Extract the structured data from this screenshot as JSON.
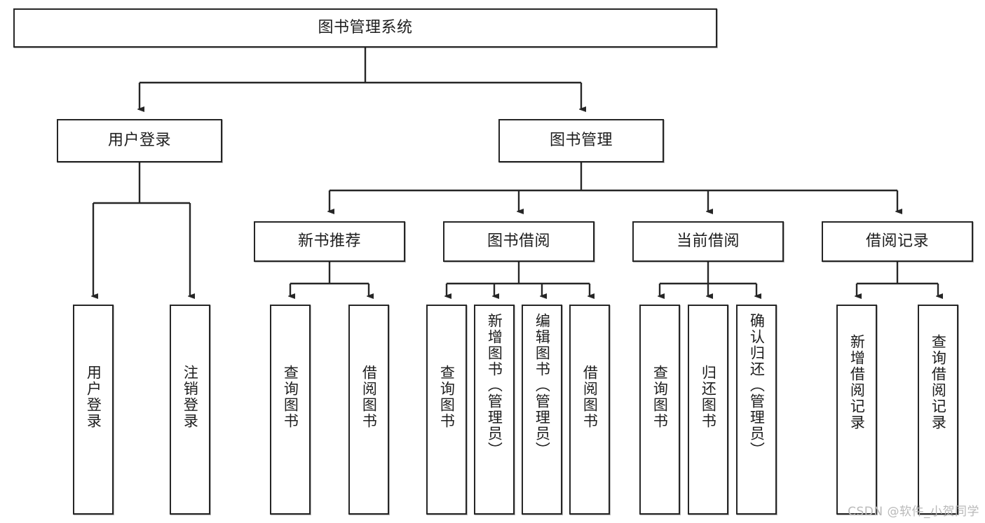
{
  "diagram": {
    "title": "图书管理系统",
    "watermark": "CSDN @软件_小贺同学",
    "line_color": "#262626",
    "box_fill": "#ffffff",
    "text_color": "#1d1d1d",
    "levels": {
      "root": {
        "label": "图书管理系统"
      },
      "level2": [
        {
          "label": "用户登录"
        },
        {
          "label": "图书管理"
        }
      ],
      "level3": [
        {
          "label": "新书推荐"
        },
        {
          "label": "图书借阅"
        },
        {
          "label": "当前借阅"
        },
        {
          "label": "借阅记录"
        }
      ],
      "leaves": {
        "user_login": [
          {
            "label": "用户登录"
          },
          {
            "label": "注销登录"
          }
        ],
        "new_book": [
          {
            "label": "查询图书"
          },
          {
            "label": "借阅图书"
          }
        ],
        "book_borrow": [
          {
            "label": "查询图书"
          },
          {
            "label": "新增图书（管理员）"
          },
          {
            "label": "编辑图书（管理员）"
          },
          {
            "label": "借阅图书"
          }
        ],
        "current_borrow": [
          {
            "label": "查询图书"
          },
          {
            "label": "归还图书"
          },
          {
            "label": "确认归还（管理员）"
          }
        ],
        "borrow_record": [
          {
            "label": "新增借阅记录"
          },
          {
            "label": "查询借阅记录"
          }
        ]
      }
    }
  }
}
